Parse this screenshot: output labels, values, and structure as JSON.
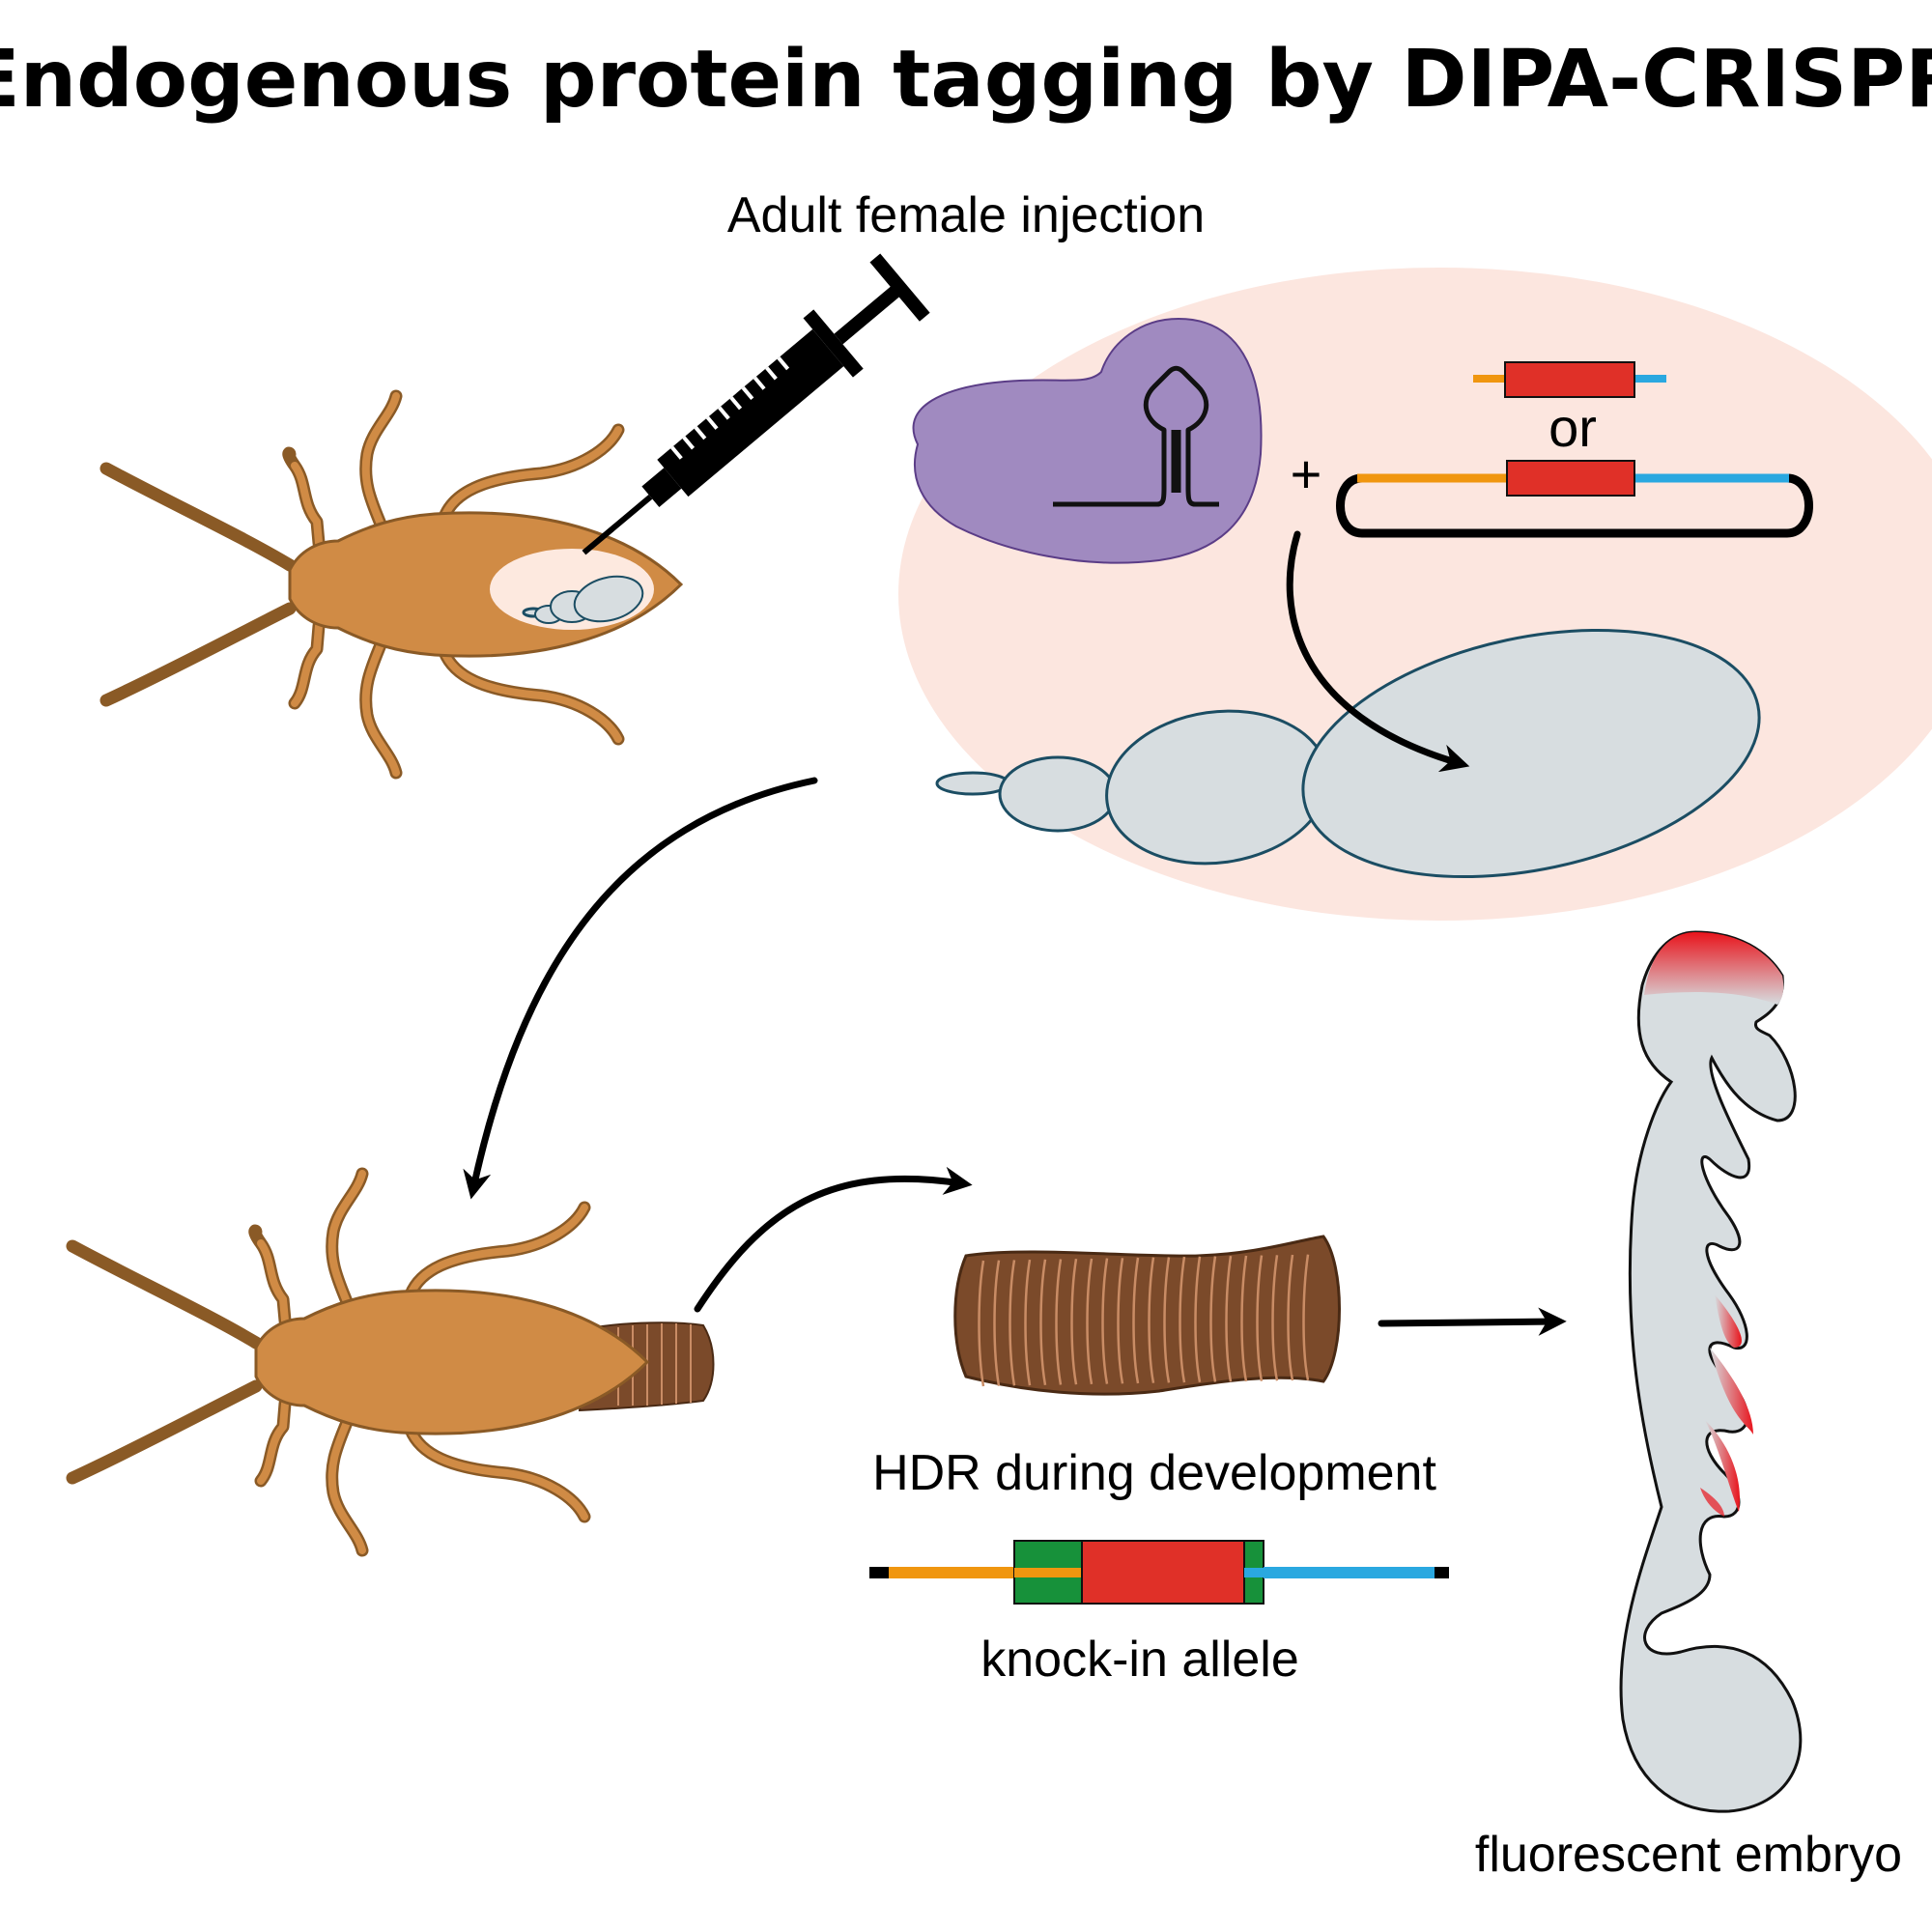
{
  "title": "Endogenous protein tagging by DIPA-CRISPR",
  "labels": {
    "injection": "Adult female injection",
    "plus": "+",
    "or": "or",
    "hdr": "HDR during development",
    "allele": "knock-in allele",
    "embryo": "fluorescent embryo"
  },
  "colors": {
    "cockroach_body": "#d08b45",
    "cockroach_outline": "#8a5a26",
    "background_oval": "#fce6df",
    "cas9_protein": "#a08ac0",
    "ovary": "#d7dde0",
    "ootheca": "#7b4a2a",
    "homology_arm_left": "#f0960f",
    "homology_arm_right": "#2aa8e0",
    "tag_insert": "#e03028",
    "linker": "#17913a",
    "fluorescence": "#e8141c"
  },
  "icons": [
    "syringe-icon",
    "cockroach-icon",
    "ootheca-icon",
    "embryo-icon",
    "sgrna-icon",
    "plasmid-icon"
  ]
}
